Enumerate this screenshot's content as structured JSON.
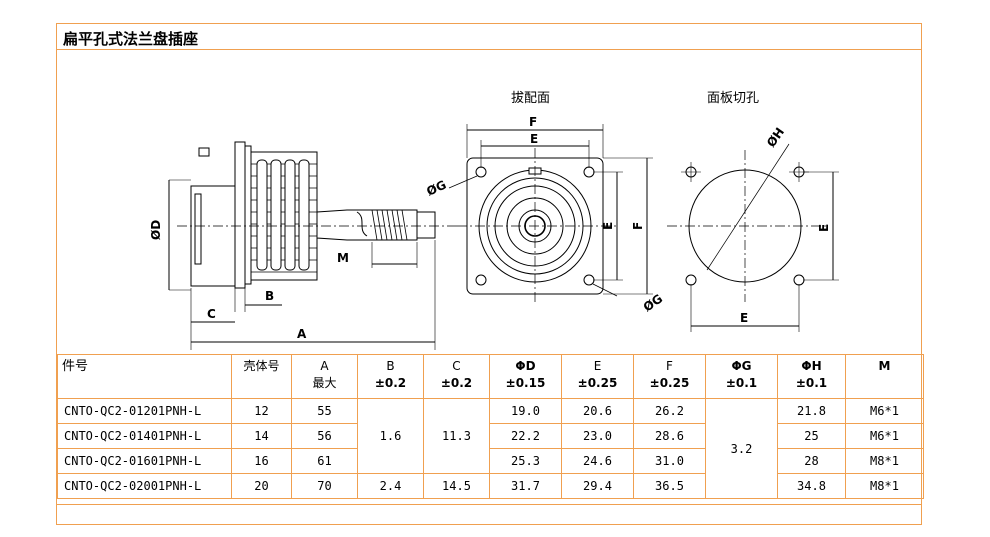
{
  "title": "扁平孔式法兰盘插座",
  "views": {
    "mating_face": "拔配面",
    "panel_cutout": "面板切孔"
  },
  "dimension_labels": {
    "D": "ØD",
    "M": "M",
    "B": "B",
    "C": "C",
    "A": "A",
    "F": "F",
    "E": "E",
    "G": "ØG",
    "H": "ØH"
  },
  "table": {
    "headers": [
      {
        "line1": "件号",
        "line2": ""
      },
      {
        "line1": "壳体号",
        "line2": ""
      },
      {
        "line1": "A",
        "line2": "最大"
      },
      {
        "line1": "B",
        "line2": "±0.2"
      },
      {
        "line1": "C",
        "line2": "±0.2"
      },
      {
        "line1": "ΦD",
        "line2": "±0.15"
      },
      {
        "line1": "E",
        "line2": "±0.25"
      },
      {
        "line1": "F",
        "line2": "±0.25"
      },
      {
        "line1": "ΦG",
        "line2": "±0.1"
      },
      {
        "line1": "ΦH",
        "line2": "±0.1"
      },
      {
        "line1": "M",
        "line2": ""
      }
    ],
    "rows": [
      {
        "part": "CNTO-QC2-01201PNH-L",
        "shell": "12",
        "A": "55",
        "D": "19.0",
        "E": "20.6",
        "F": "26.2",
        "H": "21.8",
        "M": "M6*1"
      },
      {
        "part": "CNTO-QC2-01401PNH-L",
        "shell": "14",
        "A": "56",
        "D": "22.2",
        "E": "23.0",
        "F": "28.6",
        "H": "25",
        "M": "M6*1"
      },
      {
        "part": "CNTO-QC2-01601PNH-L",
        "shell": "16",
        "A": "61",
        "D": "25.3",
        "E": "24.6",
        "F": "31.0",
        "H": "28",
        "M": "M8*1"
      },
      {
        "part": "CNTO-QC2-02001PNH-L",
        "shell": "20",
        "A": "70",
        "D": "31.7",
        "E": "29.4",
        "F": "36.5",
        "H": "34.8",
        "M": "M8*1"
      }
    ],
    "merged": {
      "B_first3": "1.6",
      "C_first3": "11.3",
      "B_last": "2.4",
      "C_last": "14.5",
      "G_all": "3.2"
    }
  }
}
